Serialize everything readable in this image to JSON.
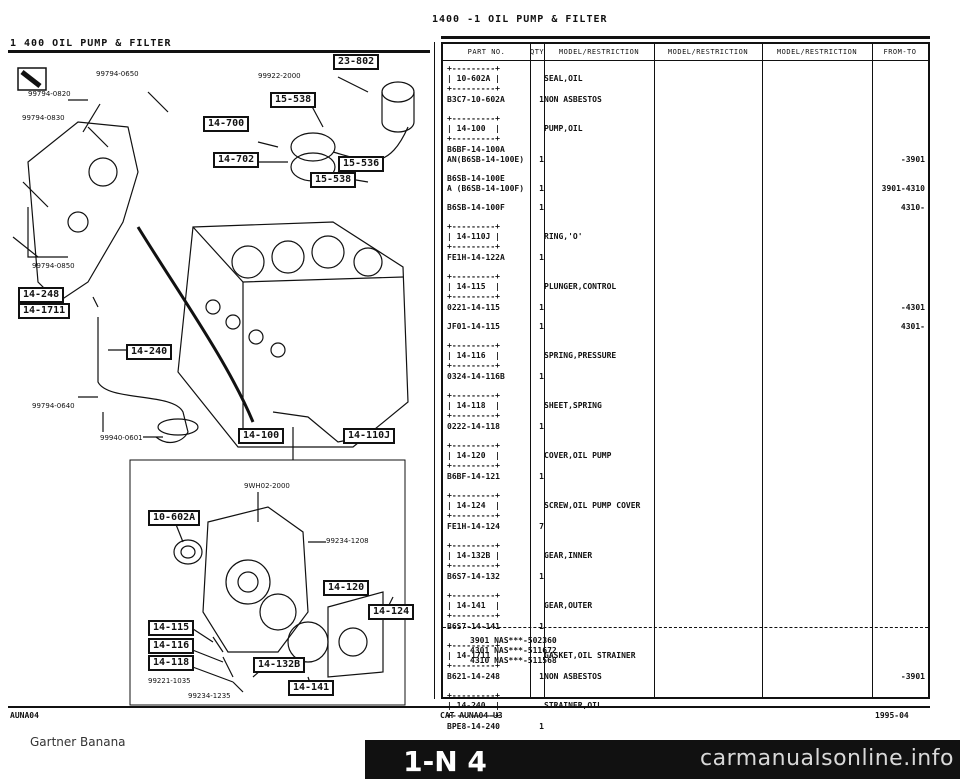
{
  "page": {
    "top_header": "1400  -1    OIL PUMP & FILTER",
    "left_header": "1 400     OIL PUMP & FILTER",
    "doc_code_left": "AUNA04",
    "doc_code_right": "CAT  AUNA04-U3",
    "date": "1995-04",
    "page_tab": "1-N 4",
    "footer_credit": "Gartner Banana",
    "watermark": "carmanualsonline.info"
  },
  "diagram": {
    "callouts": [
      "23-802",
      "15-538",
      "14-700",
      "14-702",
      "15-536",
      "15-538",
      "14-248",
      "14-1711",
      "14-240",
      "14-100",
      "14-110J",
      "10-602A",
      "14-120",
      "14-124",
      "14-115",
      "14-116",
      "14-118",
      "14-132B",
      "14-141"
    ],
    "part_labels": [
      "99794-0650",
      "99922-2000",
      "99794-0820",
      "99794-0830",
      "99794-0850",
      "99794-0640",
      "99940-0601",
      "9WH02-2000",
      "99234-1208",
      "99221-1035",
      "99234-1235"
    ]
  },
  "table": {
    "headers": [
      "PART NO.",
      "QTY",
      "MODEL/RESTRICTION",
      "MODEL/RESTRICTION",
      "MODEL/RESTRICTION",
      "FROM-TO"
    ],
    "rows": [
      {
        "pno": "+---------+\n| 10-602A |\n+---------+",
        "qty": "",
        "name": "SEAL,OIL",
        "from": ""
      },
      {
        "pno": "B3C7-10-602A",
        "qty": "1",
        "name": "NON ASBESTOS",
        "from": ""
      },
      {
        "pno": "+---------+\n| 14-100  |\n+---------+",
        "qty": "",
        "name": "PUMP,OIL",
        "from": ""
      },
      {
        "pno": "B6BF-14-100A\nAN(B6SB-14-100E)",
        "qty": "1",
        "name": "",
        "from": "-3901"
      },
      {
        "pno": "B6SB-14-100E\nA (B6SB-14-100F)",
        "qty": "1",
        "name": "",
        "from": "3901-4310"
      },
      {
        "pno": "B6SB-14-100F",
        "qty": "1",
        "name": "",
        "from": "4310-"
      },
      {
        "pno": "+---------+\n| 14-110J |\n+---------+",
        "qty": "",
        "name": "RING,'O'",
        "from": ""
      },
      {
        "pno": "FE1H-14-122A",
        "qty": "1",
        "name": "",
        "from": ""
      },
      {
        "pno": "+---------+\n| 14-115  |\n+---------+",
        "qty": "",
        "name": "PLUNGER,CONTROL",
        "from": ""
      },
      {
        "pno": "0221-14-115",
        "qty": "1",
        "name": "",
        "from": "-4301"
      },
      {
        "pno": "JF01-14-115",
        "qty": "1",
        "name": "",
        "from": "4301-"
      },
      {
        "pno": "+---------+\n| 14-116  |\n+---------+",
        "qty": "",
        "name": "SPRING,PRESSURE",
        "from": ""
      },
      {
        "pno": "0324-14-116B",
        "qty": "1",
        "name": "",
        "from": ""
      },
      {
        "pno": "+---------+\n| 14-118  |\n+---------+",
        "qty": "",
        "name": "SHEET,SPRING",
        "from": ""
      },
      {
        "pno": "0222-14-118",
        "qty": "1",
        "name": "",
        "from": ""
      },
      {
        "pno": "+---------+\n| 14-120  |\n+---------+",
        "qty": "",
        "name": "COVER,OIL PUMP",
        "from": ""
      },
      {
        "pno": "B6BF-14-121",
        "qty": "1",
        "name": "",
        "from": ""
      },
      {
        "pno": "+---------+\n| 14-124  |\n+---------+",
        "qty": "",
        "name": "SCREW,OIL PUMP COVER",
        "from": ""
      },
      {
        "pno": "FE1H-14-124",
        "qty": "7",
        "name": "",
        "from": ""
      },
      {
        "pno": "+---------+\n| 14-132B |\n+---------+",
        "qty": "",
        "name": "GEAR,INNER",
        "from": ""
      },
      {
        "pno": "B6S7-14-132",
        "qty": "1",
        "name": "",
        "from": ""
      },
      {
        "pno": "+---------+\n| 14-141  |\n+---------+",
        "qty": "",
        "name": "GEAR,OUTER",
        "from": ""
      },
      {
        "pno": "B6S7-14-141",
        "qty": "1",
        "name": "",
        "from": ""
      },
      {
        "pno": "+---------+\n| 14-1711 |\n+---------+",
        "qty": "",
        "name": "GASKET,OIL STRAINER",
        "from": ""
      },
      {
        "pno": "B621-14-248",
        "qty": "1",
        "name": "NON ASBESTOS",
        "from": "-3901"
      },
      {
        "pno": "+---------+\n| 14-240  |\n+---------+",
        "qty": "",
        "name": "STRAINER,OIL",
        "from": ""
      },
      {
        "pno": "BPE8-14-240",
        "qty": "1",
        "name": "",
        "from": ""
      }
    ],
    "footnotes": "3901 NAS***-502360\n4301 NAS***-511672\n4310 NAS***-511568"
  }
}
